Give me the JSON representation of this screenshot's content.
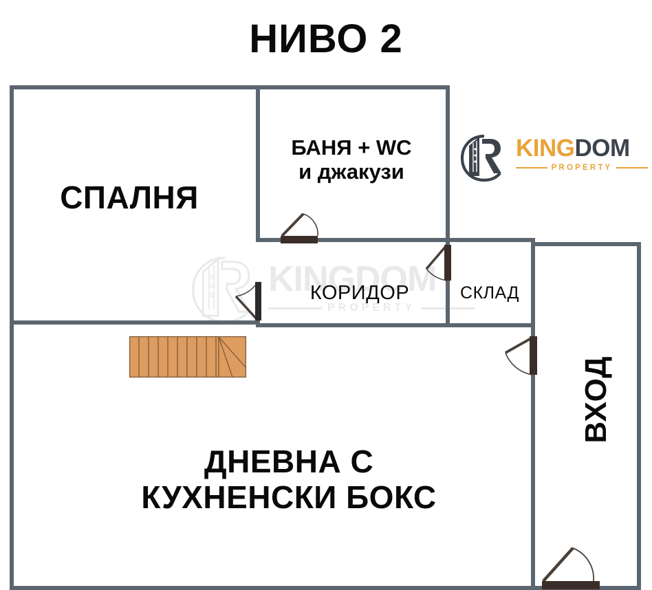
{
  "title": "НИВО 2",
  "brand": {
    "word_primary": "KING",
    "word_secondary": "DOM",
    "subtitle": "PROPERTY"
  },
  "watermark": {
    "word_primary": "KING",
    "word_secondary": "DOM",
    "subtitle": "PROPERTY"
  },
  "rooms": [
    {
      "id": "bedroom",
      "label": "СПАЛНЯ"
    },
    {
      "id": "bathroom",
      "label": "БАНЯ + WC\nи джакузи"
    },
    {
      "id": "corridor",
      "label": "КОРИДОР"
    },
    {
      "id": "storage",
      "label": "СКЛАД"
    },
    {
      "id": "living",
      "label": "ДНЕВНА С\nКУХНЕНСКИ БОКС"
    },
    {
      "id": "entrance",
      "label": "ВХОД"
    }
  ],
  "colors": {
    "wall": "#5c6670",
    "door": "#3b2e28",
    "stairs_fill": "#dd9c60",
    "stairs_stroke": "#7a5531",
    "brand_gold": "#e8a33a",
    "brand_dark": "#3d434b",
    "text": "#0a0a0a"
  },
  "features": {
    "door_count": 5,
    "staircase": "stair-run-with-winder",
    "level_number": "2"
  }
}
